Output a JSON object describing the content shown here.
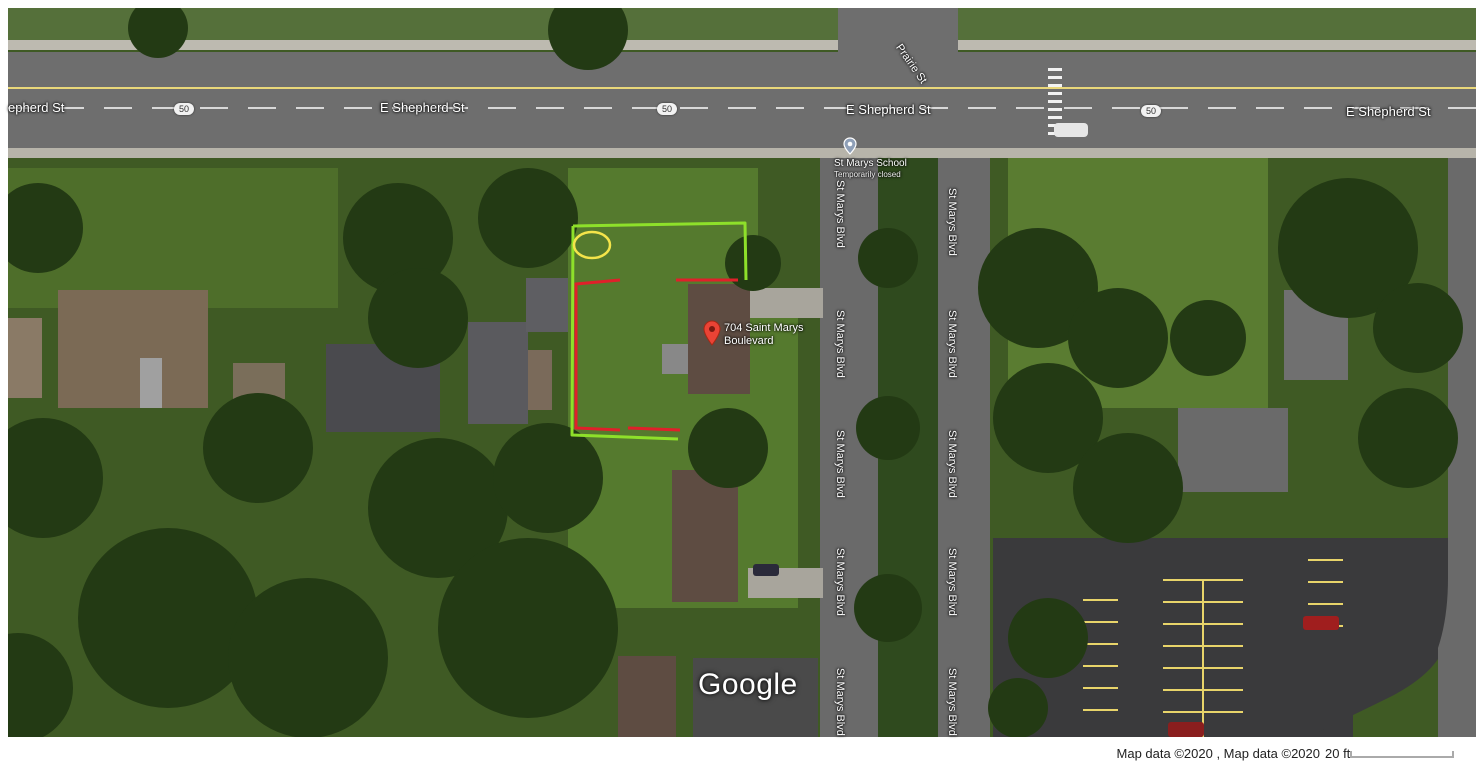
{
  "map": {
    "mode": "satellite",
    "streets": {
      "main_west_fragment": "epherd St",
      "main_center": "E Shepherd St",
      "main_mid": "E Shepherd St",
      "main_east": "E Shepherd St",
      "route_shield": "50",
      "side_street": "Prairie St",
      "boulevard": "St Marys Blvd"
    },
    "poi": {
      "name": "St Marys School",
      "status": "Temporarily closed",
      "icon": "school-pin-icon"
    },
    "pin": {
      "address_line1": "704 Saint Marys",
      "address_line2": "Boulevard",
      "color": "#ea4335",
      "icon": "map-pin-icon"
    },
    "annotations": {
      "green_outline_color": "#8ee02a",
      "red_outline_color": "#e0202a",
      "yellow_circle_color": "#f4e44a"
    },
    "logo": "Google"
  },
  "footer": {
    "attribution": "Map data ©2020 , Map data ©2020",
    "scale_label": "20 ft"
  }
}
